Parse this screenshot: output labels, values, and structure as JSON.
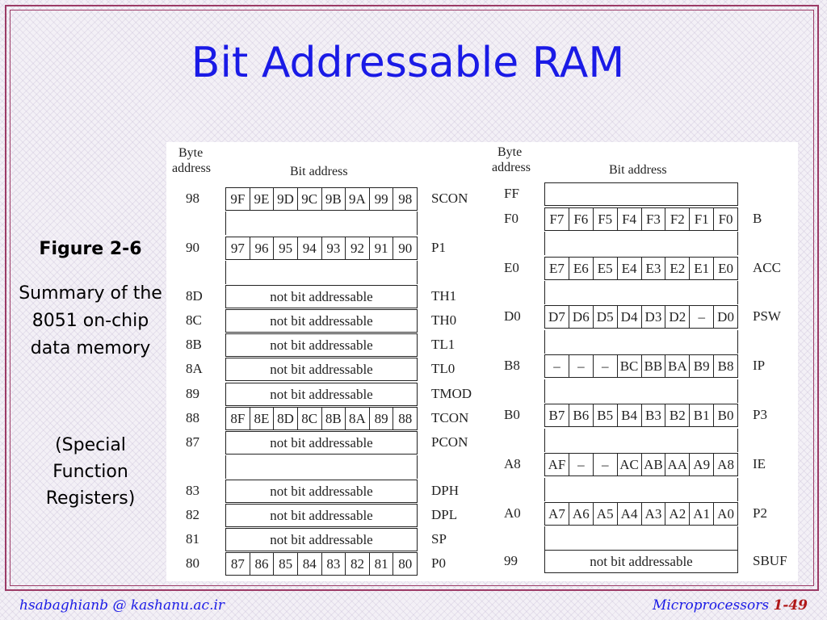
{
  "slide": {
    "title": "Bit Addressable RAM",
    "figure_label": "Figure 2-6",
    "description": "Summary of the 8051 on-chip data memory",
    "description_paren": "(Special Function Registers)",
    "footer_left": "hsabaghianb @ kashanu.ac.ir",
    "footer_course": "Microprocessors",
    "footer_page": "1-49"
  },
  "table": {
    "byte_header_1": "Byte",
    "byte_header_2": "address",
    "bit_header": "Bit address",
    "not_bit": "not bit addressable",
    "left_rows": [
      {
        "addr": "98",
        "name": "SCON",
        "bits": [
          "9F",
          "9E",
          "9D",
          "9C",
          "9B",
          "9A",
          "99",
          "98"
        ]
      },
      {
        "addr": "90",
        "name": "P1",
        "bits": [
          "97",
          "96",
          "95",
          "94",
          "93",
          "92",
          "91",
          "90"
        ]
      },
      {
        "addr": "8D",
        "name": "TH1"
      },
      {
        "addr": "8C",
        "name": "TH0"
      },
      {
        "addr": "8B",
        "name": "TL1"
      },
      {
        "addr": "8A",
        "name": "TL0"
      },
      {
        "addr": "89",
        "name": "TMOD"
      },
      {
        "addr": "88",
        "name": "TCON",
        "bits": [
          "8F",
          "8E",
          "8D",
          "8C",
          "8B",
          "8A",
          "89",
          "88"
        ]
      },
      {
        "addr": "87",
        "name": "PCON"
      },
      {
        "addr": "83",
        "name": "DPH"
      },
      {
        "addr": "82",
        "name": "DPL"
      },
      {
        "addr": "81",
        "name": "SP"
      },
      {
        "addr": "80",
        "name": "P0",
        "bits": [
          "87",
          "86",
          "85",
          "84",
          "83",
          "82",
          "81",
          "80"
        ]
      }
    ],
    "right_rows": [
      {
        "addr": "FF",
        "name": ""
      },
      {
        "addr": "F0",
        "name": "B",
        "bits": [
          "F7",
          "F6",
          "F5",
          "F4",
          "F3",
          "F2",
          "F1",
          "F0"
        ]
      },
      {
        "addr": "E0",
        "name": "ACC",
        "bits": [
          "E7",
          "E6",
          "E5",
          "E4",
          "E3",
          "E2",
          "E1",
          "E0"
        ]
      },
      {
        "addr": "D0",
        "name": "PSW",
        "bits": [
          "D7",
          "D6",
          "D5",
          "D4",
          "D3",
          "D2",
          "–",
          "D0"
        ]
      },
      {
        "addr": "B8",
        "name": "IP",
        "bits": [
          "–",
          "–",
          "–",
          "BC",
          "BB",
          "BA",
          "B9",
          "B8"
        ]
      },
      {
        "addr": "B0",
        "name": "P3",
        "bits": [
          "B7",
          "B6",
          "B5",
          "B4",
          "B3",
          "B2",
          "B1",
          "B0"
        ]
      },
      {
        "addr": "A8",
        "name": "IE",
        "bits": [
          "AF",
          "–",
          "–",
          "AC",
          "AB",
          "AA",
          "A9",
          "A8"
        ]
      },
      {
        "addr": "A0",
        "name": "P2",
        "bits": [
          "A7",
          "A6",
          "A5",
          "A4",
          "A3",
          "A2",
          "A1",
          "A0"
        ]
      },
      {
        "addr": "99",
        "name": "SBUF"
      }
    ]
  }
}
